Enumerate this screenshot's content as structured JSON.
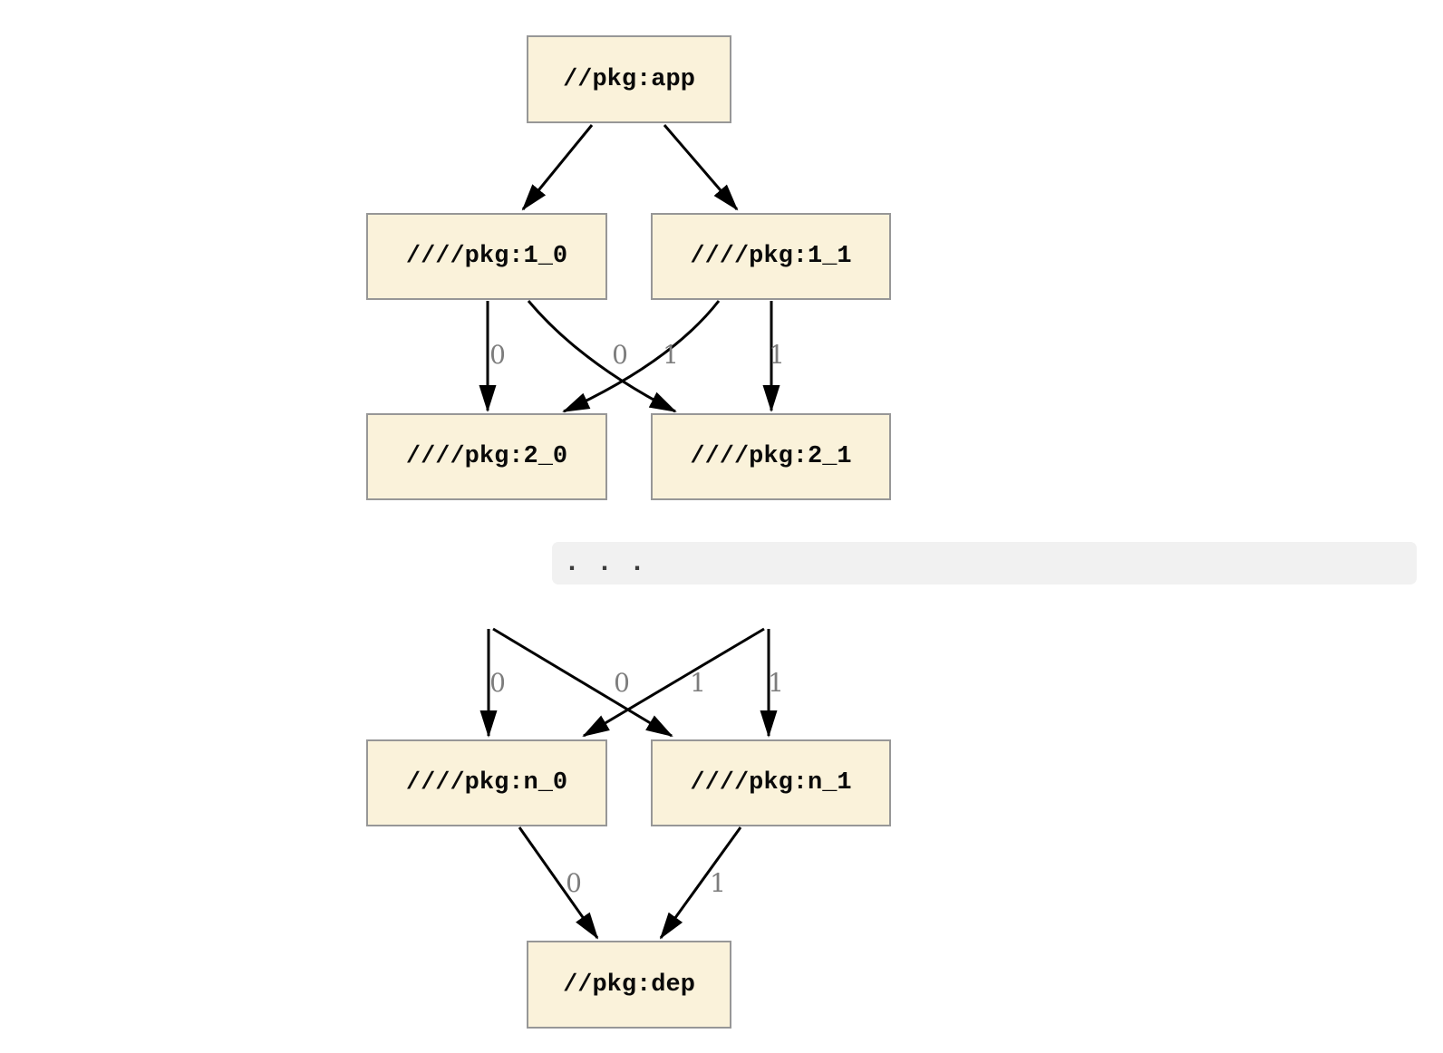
{
  "diagram": {
    "type": "dependency-graph",
    "ellipsis": ". . .",
    "nodes": [
      {
        "id": "app",
        "label": "//pkg:app"
      },
      {
        "id": "1_0",
        "label": "////pkg:1_0"
      },
      {
        "id": "1_1",
        "label": "////pkg:1_1"
      },
      {
        "id": "2_0",
        "label": "////pkg:2_0"
      },
      {
        "id": "2_1",
        "label": "////pkg:2_1"
      },
      {
        "id": "n_0",
        "label": "////pkg:n_0"
      },
      {
        "id": "n_1",
        "label": "////pkg:n_1"
      },
      {
        "id": "dep",
        "label": "//pkg:dep"
      }
    ],
    "edges": [
      {
        "from": "//pkg:app",
        "to": "////pkg:1_0",
        "label": ""
      },
      {
        "from": "//pkg:app",
        "to": "////pkg:1_1",
        "label": ""
      },
      {
        "from": "////pkg:1_0",
        "to": "////pkg:2_0",
        "label": "0"
      },
      {
        "from": "////pkg:1_0",
        "to": "////pkg:2_1",
        "label": "0"
      },
      {
        "from": "////pkg:1_1",
        "to": "////pkg:2_0",
        "label": "1"
      },
      {
        "from": "////pkg:1_1",
        "to": "////pkg:2_1",
        "label": "1"
      },
      {
        "from": "...",
        "to": "////pkg:n_0",
        "label": "0"
      },
      {
        "from": "...",
        "to": "////pkg:n_1",
        "label": "0"
      },
      {
        "from": "...",
        "to": "////pkg:n_0",
        "label": "1"
      },
      {
        "from": "...",
        "to": "////pkg:n_1",
        "label": "1"
      },
      {
        "from": "////pkg:n_0",
        "to": "//pkg:dep",
        "label": "0"
      },
      {
        "from": "////pkg:n_1",
        "to": "//pkg:dep",
        "label": "1"
      }
    ],
    "colors": {
      "background": "#FFFFFF",
      "node_fill": "#FAF2DA",
      "node_border": "#979797",
      "edge": "#000000",
      "edge_label": "#7D7D7D",
      "ellipsis_bar_bg": "#F1F1F1",
      "ellipsis_text": "#3C3C3C"
    }
  }
}
